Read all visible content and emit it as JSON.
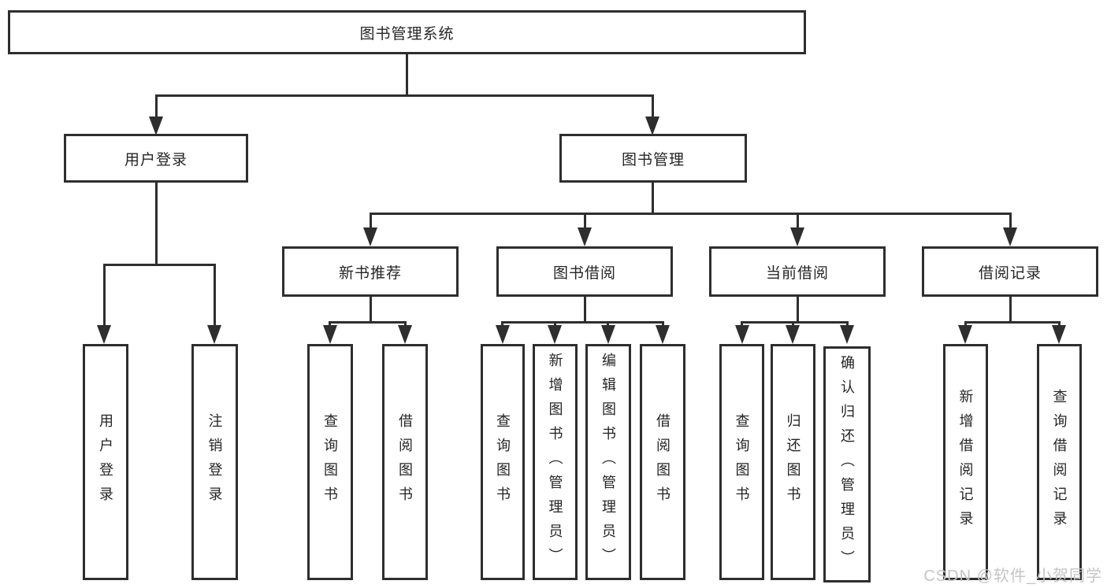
{
  "diagram_title": "图书管理系统",
  "tree": {
    "root": {
      "label": "图书管理系统"
    },
    "branches": [
      {
        "label": "用户登录",
        "children": [
          {
            "label": "用户登录"
          },
          {
            "label": "注销登录"
          }
        ]
      },
      {
        "label": "图书管理",
        "children": [
          {
            "label": "新书推荐",
            "children": [
              {
                "label": "查询图书"
              },
              {
                "label": "借阅图书"
              }
            ]
          },
          {
            "label": "图书借阅",
            "children": [
              {
                "label": "查询图书"
              },
              {
                "label": "新增图书（管理员）"
              },
              {
                "label": "编辑图书（管理员）"
              },
              {
                "label": "借阅图书"
              }
            ]
          },
          {
            "label": "当前借阅",
            "children": [
              {
                "label": "查询图书"
              },
              {
                "label": "归还图书"
              },
              {
                "label": "确认归还（管理员）"
              }
            ]
          },
          {
            "label": "借阅记录",
            "children": [
              {
                "label": "新增借阅记录"
              },
              {
                "label": "查询借阅记录"
              }
            ]
          }
        ]
      }
    ]
  },
  "watermark": {
    "text": "CSDN @软件_小贺同学",
    "color": "#c5c5c5"
  },
  "colors": {
    "line": "#2e2e2e",
    "background": "#ffffff",
    "text": "#252525"
  }
}
